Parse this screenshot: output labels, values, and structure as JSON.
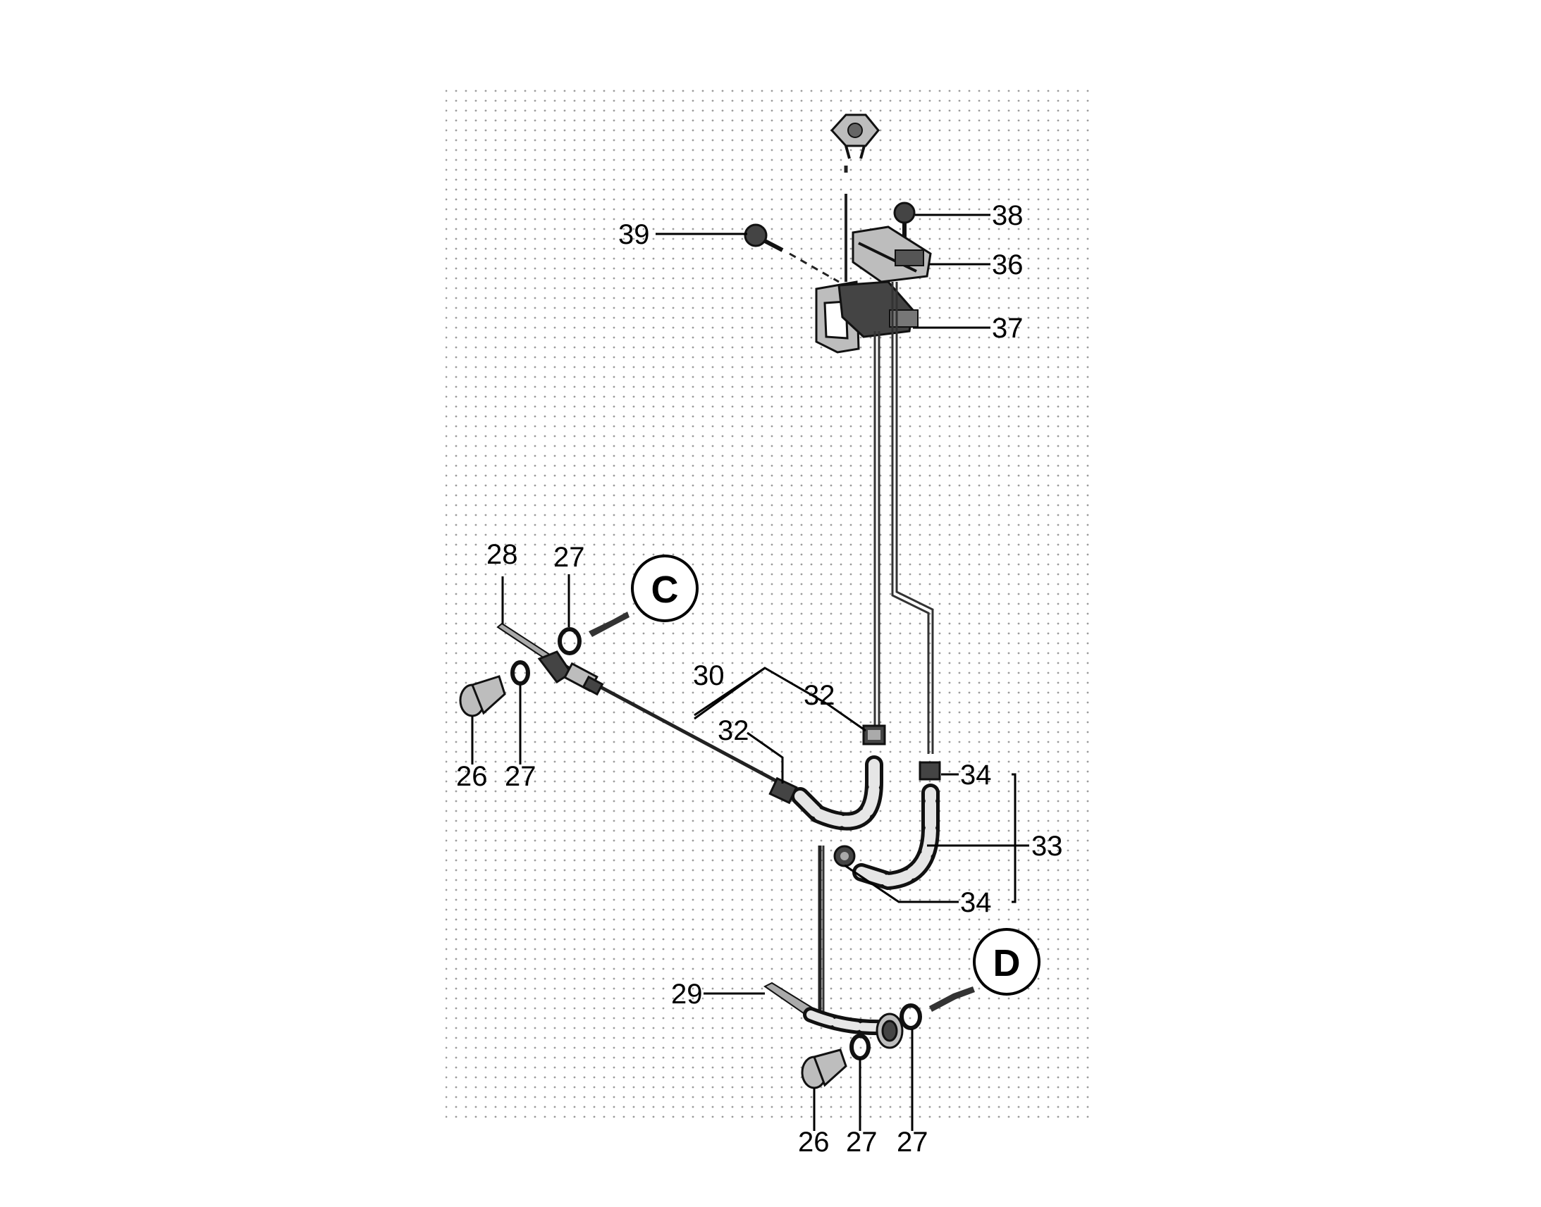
{
  "labels": {
    "p39": "39",
    "p38": "38",
    "p36": "36",
    "p37": "37",
    "p28": "28",
    "p27_top": "27",
    "p26_left": "26",
    "p27_left": "27",
    "p30": "30",
    "p32_upper": "32",
    "p32_lower": "32",
    "p34_upper": "34",
    "p33": "33",
    "p34_lower": "34",
    "p29": "29",
    "p26_bottom": "26",
    "p27_bottom_a": "27",
    "p27_bottom_b": "27"
  },
  "callouts": {
    "c": "C",
    "d": "D"
  }
}
